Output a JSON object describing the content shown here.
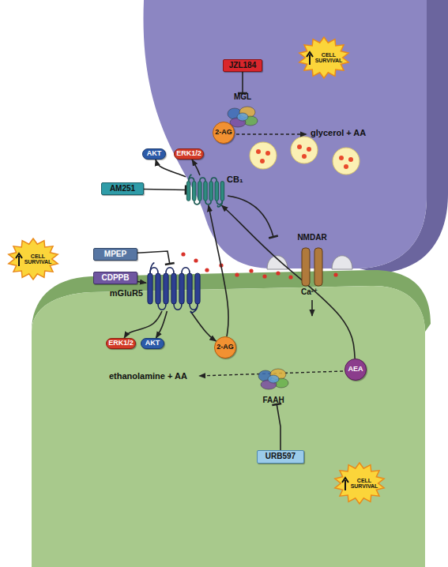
{
  "diagram": {
    "nodes": [
      {
        "text": [
          "CELL SURVIVAL"
        ]
      },
      {
        "text": [
          "JZL184"
        ]
      },
      {
        "text": [
          "MGL"
        ]
      },
      {
        "text": [
          "2-AG"
        ]
      },
      {
        "text": [
          "AKT"
        ]
      },
      {
        "text": [
          "ERK1/2"
        ]
      },
      {
        "text": [
          "CB₁"
        ]
      },
      {
        "text": [
          "AM251"
        ]
      },
      {
        "text": [
          "NMDAR"
        ]
      },
      {
        "text": [
          "CELL SURVIVAL"
        ]
      },
      {
        "text": [
          "MPEP"
        ]
      },
      {
        "text": [
          "CDPPB"
        ]
      },
      {
        "text": [
          "mGluR5"
        ]
      },
      {
        "text": [
          "ERK1/2"
        ]
      },
      {
        "text": [
          "AKT"
        ]
      },
      {
        "text": [
          "2-AG"
        ]
      },
      {
        "text": [
          "AEA"
        ]
      },
      {
        "text": [
          "FAAH"
        ]
      },
      {
        "text": [
          "URB597"
        ]
      },
      {
        "text": [
          "CELL SURVIVAL"
        ]
      }
    ],
    "edges": [
      {
        "from": 1,
        "to": 2,
        "arrow": "to"
      },
      {
        "from": 7,
        "to": 6,
        "arrow": "to"
      },
      {
        "from": 6,
        "to": 4,
        "arrow": "to"
      },
      {
        "from": 6,
        "to": 5,
        "arrow": "to"
      },
      {
        "from": 10,
        "to": 12,
        "arrow": "to"
      },
      {
        "from": 11,
        "to": 12,
        "arrow": "to"
      },
      {
        "from": 12,
        "to": 13,
        "arrow": "to"
      },
      {
        "from": 12,
        "to": 14,
        "arrow": "to"
      },
      {
        "from": 12,
        "to": 15,
        "arrow": "to"
      },
      {
        "from": 15,
        "to": 6,
        "arrow": "to"
      },
      {
        "from": 16,
        "to": 6,
        "arrow": "to"
      },
      {
        "from": 18,
        "to": 17,
        "arrow": "to"
      }
    ],
    "labels": [
      "glycerol + AA",
      "Ca²⁺",
      "ethanolamine + AA"
    ]
  }
}
